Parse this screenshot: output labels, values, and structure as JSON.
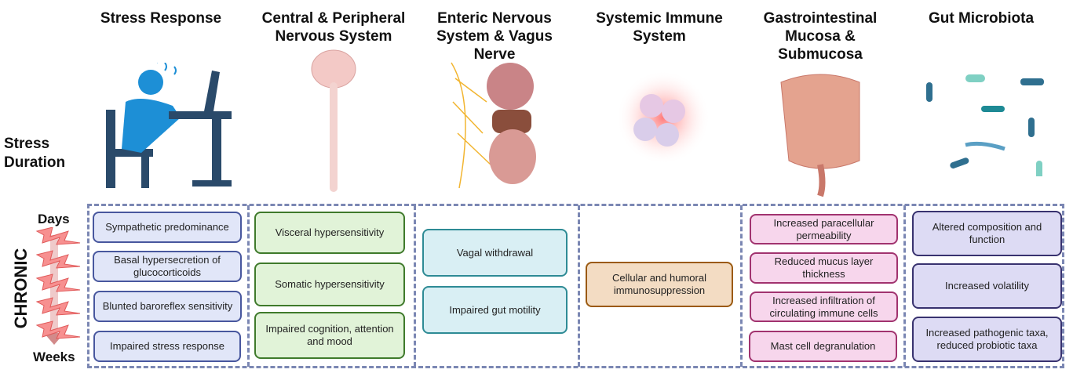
{
  "headers": [
    "Stress Response",
    "Central & Peripheral Nervous System",
    "Enteric Nervous System & Vagus Nerve",
    "Systemic Immune System",
    "Gastrointestinal Mucosa & Submucosa",
    "Gut Microbiota"
  ],
  "left": {
    "stress_duration": "Stress Duration",
    "chronic": "CHRONIC",
    "days": "Days",
    "weeks": "Weeks"
  },
  "columns": [
    {
      "items": [
        "Sympathetic predominance",
        "Basal hypersecretion of glucocorticoids",
        "Blunted baroreflex sensitivity",
        "Impaired stress response"
      ]
    },
    {
      "items": [
        "Visceral hypersensitivity",
        "Somatic hypersensitivity",
        "Impaired cognition, attention and mood"
      ]
    },
    {
      "items": [
        "Vagal withdrawal",
        "Impaired gut motility"
      ]
    },
    {
      "items": [
        "Cellular and humoral immunosuppression"
      ]
    },
    {
      "items": [
        "Increased paracellular permeability",
        "Reduced mucus layer thickness",
        "Increased infiltration of circulating immune cells",
        "Mast cell degranulation"
      ]
    },
    {
      "items": [
        "Altered composition and function",
        "Increased volatility",
        "Increased pathogenic taxa, reduced probiotic taxa"
      ]
    }
  ],
  "colors": {
    "col1": "#48579e",
    "col2": "#3f7a2b",
    "col3": "#2e8b95",
    "col4": "#9b5a10",
    "col5": "#a1336f",
    "col6": "#38326f",
    "dashed": "#7b87b3",
    "bolt": "#f27b7b"
  }
}
